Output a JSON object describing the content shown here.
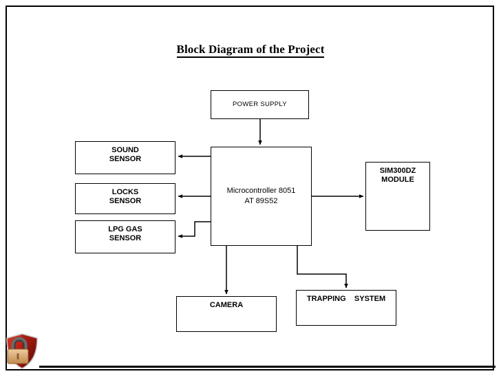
{
  "slide": {
    "title": "Block Diagram of the Project",
    "background_color": "#ffffff",
    "border_color": "#000000",
    "logo_icon": "shield-lock-icon",
    "logo_colors": {
      "shield": "#b81d12",
      "lock_body": "#e0b080",
      "lock_shackle": "#555555"
    }
  },
  "diagram": {
    "type": "block-diagram",
    "line_color": "#000000",
    "blocks": [
      {
        "id": "power",
        "label": "POWER SUPPLY",
        "name": "power-supply-block"
      },
      {
        "id": "mcu",
        "label": "Microcontroller 8051\nAT 89S52",
        "name": "microcontroller-block"
      },
      {
        "id": "sound",
        "label": "SOUND\nSENSOR",
        "name": "sound-sensor-block"
      },
      {
        "id": "locks",
        "label": "LOCKS\nSENSOR",
        "name": "locks-sensor-block"
      },
      {
        "id": "lpg",
        "label": "LPG GAS\nSENSOR",
        "name": "lpg-gas-sensor-block"
      },
      {
        "id": "sim",
        "label": "SIM300DZ\nMODULE",
        "name": "sim300dz-module-block"
      },
      {
        "id": "camera",
        "label": "CAMERA",
        "name": "camera-block"
      },
      {
        "id": "trap",
        "label": "TRAPPING    SYSTEM",
        "name": "trapping-system-block"
      }
    ],
    "connections": [
      {
        "from": "power",
        "to": "mcu",
        "direction": "down",
        "style": "straight"
      },
      {
        "from": "mcu",
        "to": "sound",
        "direction": "left",
        "style": "straight"
      },
      {
        "from": "mcu",
        "to": "locks",
        "direction": "left",
        "style": "straight"
      },
      {
        "from": "mcu",
        "to": "lpg",
        "direction": "left",
        "style": "stepped"
      },
      {
        "from": "mcu",
        "to": "sim",
        "direction": "right",
        "style": "straight"
      },
      {
        "from": "mcu",
        "to": "camera",
        "direction": "down",
        "style": "straight"
      },
      {
        "from": "mcu",
        "to": "trap",
        "direction": "down",
        "style": "stepped"
      }
    ]
  }
}
